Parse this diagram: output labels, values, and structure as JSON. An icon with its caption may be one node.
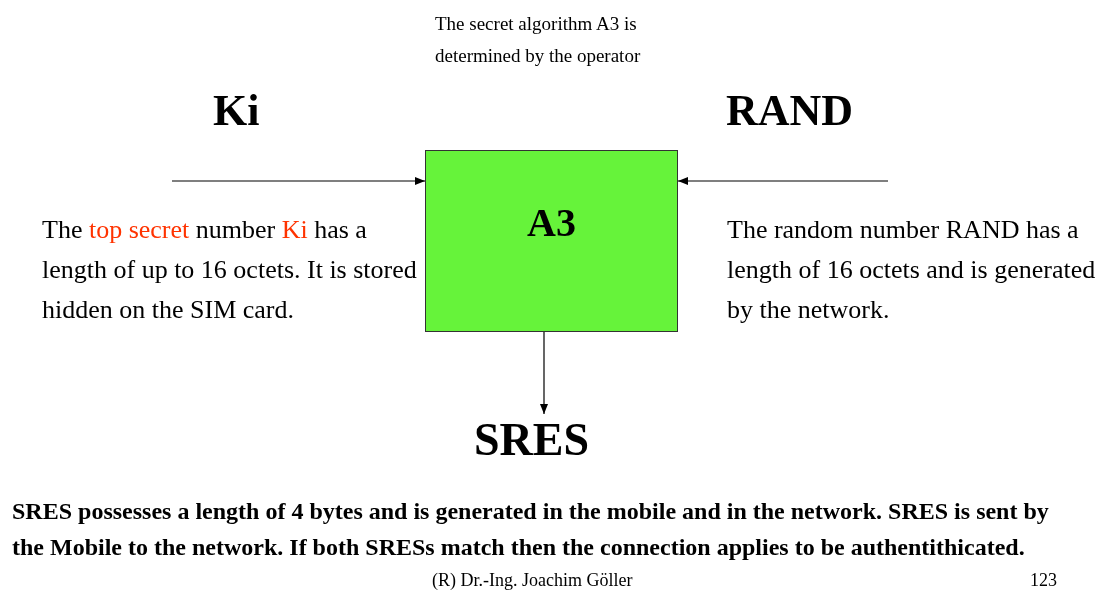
{
  "diagram": {
    "nodes": [
      {
        "text": [
          "A3"
        ]
      },
      {
        "text": [
          "SRES"
        ]
      }
    ],
    "edges": [
      {
        "from": null,
        "to": 0,
        "arrow": "to"
      },
      {
        "from": null,
        "to": 0,
        "arrow": "to"
      },
      {
        "from": 0,
        "to": 1,
        "arrow": "to"
      }
    ],
    "labels": [
      "The secret algorithm A3 is determined by the operator",
      "Ki",
      "RAND",
      "The *top secret* number *Ki* has a length of up to 16 octets. It is stored hidden on the SIM card.",
      "The random number RAND has a length of 16 octets and is generated by the network.",
      "SRES possesses a length of 4 bytes and is generated in the mobile and in the network. SRES is sent by the Mobile to the network. If both SRESs match then the connection applies to be authentithicated.",
      "(R) Dr.-Ing. Joachim Göller",
      "123"
    ]
  }
}
